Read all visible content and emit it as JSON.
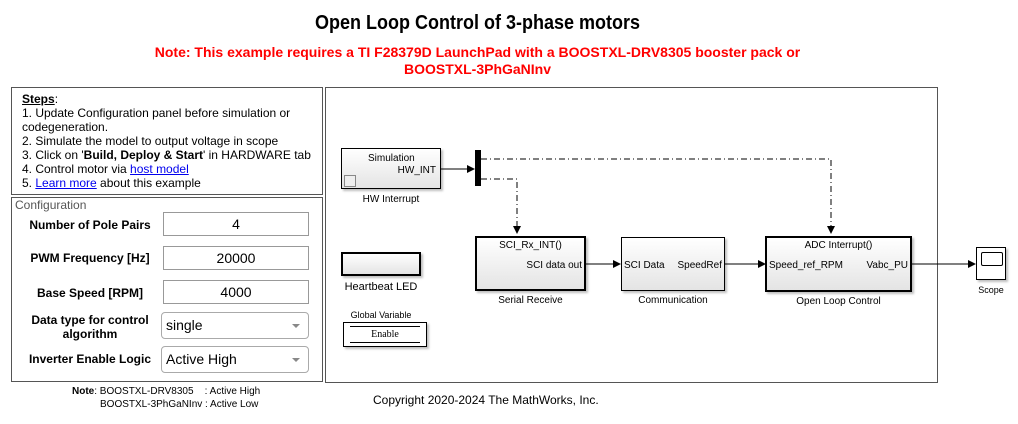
{
  "header": {
    "title": "Open Loop Control of 3-phase motors",
    "note_line1": "Note: This example requires a TI F28379D LaunchPad with a BOOSTXL-DRV8305 booster pack or",
    "note_line2": "BOOSTXL-3PhGaNInv"
  },
  "steps": {
    "heading": "Steps",
    "heading_suffix": ":",
    "items": [
      {
        "text": "Update Configuration panel before simulation or codegeneration."
      },
      {
        "text": "Simulate the model to output voltage in scope"
      },
      {
        "prefix": "Click on '",
        "bold": "Build, Deploy & Start",
        "suffix": "' in HARDWARE tab"
      },
      {
        "prefix": "Control motor via ",
        "link": "host model",
        "suffix": ""
      },
      {
        "prefix": "",
        "link": "Learn more",
        "suffix": " about this example"
      }
    ]
  },
  "configuration": {
    "title": "Configuration",
    "fields": [
      {
        "label": "Number of Pole Pairs",
        "value": "4"
      },
      {
        "label": "PWM Frequency [Hz]",
        "value": "20000"
      },
      {
        "label": "Base Speed [RPM]",
        "value": "4000"
      }
    ],
    "selects": [
      {
        "label": "Data type for control algorithm",
        "value": "single"
      },
      {
        "label": "Inverter Enable Logic",
        "value": "Active High"
      }
    ]
  },
  "bottom_note": {
    "label": "Note",
    "line1": "BOOSTXL-DRV8305    : Active High",
    "line2": "BOOSTXL-3PhGaNInv : Active Low"
  },
  "copyright": "Copyright 2020-2024 The MathWorks, Inc.",
  "diagram": {
    "blocks": {
      "hw_interrupt": {
        "name": "HW Interrupt",
        "top_text": "Simulation",
        "port_out": "HW_INT"
      },
      "heartbeat": {
        "name": "Heartbeat LED"
      },
      "global_var": {
        "name": "Global Variable",
        "label": "Enable"
      },
      "serial_receive": {
        "name": "Serial Receive",
        "trigger": "SCI_Rx_INT()",
        "port_out": "SCI data out"
      },
      "communication": {
        "name": "Communication",
        "port_in": "SCI Data",
        "port_out": "SpeedRef"
      },
      "open_loop": {
        "name": "Open Loop Control",
        "trigger": "ADC Interrupt()",
        "port_in": "Speed_ref_RPM",
        "port_out": "Vabc_PU"
      },
      "scope": {
        "name": "Scope"
      }
    }
  }
}
